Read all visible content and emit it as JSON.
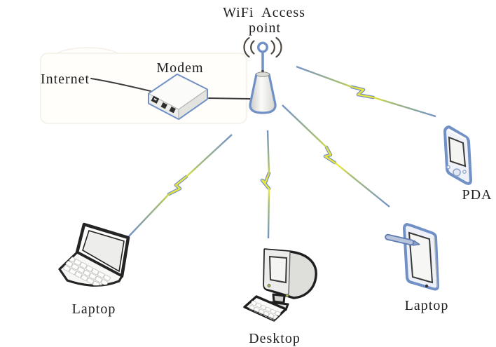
{
  "figure": {
    "type": "network-diagram",
    "background": "#ffffff"
  },
  "nodes": {
    "internet": {
      "label": "Internet"
    },
    "modem": {
      "label": "Modem"
    },
    "access_point": {
      "label_line1": "WiFi Access",
      "label_line2": "point"
    },
    "laptop_left": {
      "label": "Laptop"
    },
    "desktop": {
      "label": "Desktop"
    },
    "laptop_right": {
      "label": "Laptop"
    },
    "pda": {
      "label": "PDA"
    }
  },
  "connections": [
    {
      "from": "Internet",
      "to": "Modem",
      "medium": "wired"
    },
    {
      "from": "Modem",
      "to": "WiFi Access point",
      "medium": "wired"
    },
    {
      "from": "WiFi Access point",
      "to": "Laptop (left)",
      "medium": "wireless"
    },
    {
      "from": "WiFi Access point",
      "to": "Desktop",
      "medium": "wireless"
    },
    {
      "from": "WiFi Access point",
      "to": "Laptop (right, tablet)",
      "medium": "wireless"
    },
    {
      "from": "WiFi Access point",
      "to": "PDA",
      "medium": "wireless"
    }
  ],
  "colors": {
    "device_outline_blue": "#7090c6",
    "connection_blue": "#6f8fc5",
    "bolt_yellow": "#e9e63e",
    "wire_dark": "#3d3d3d",
    "antenna_arc": "#4d463e",
    "label_text": "#1f1f1f"
  }
}
